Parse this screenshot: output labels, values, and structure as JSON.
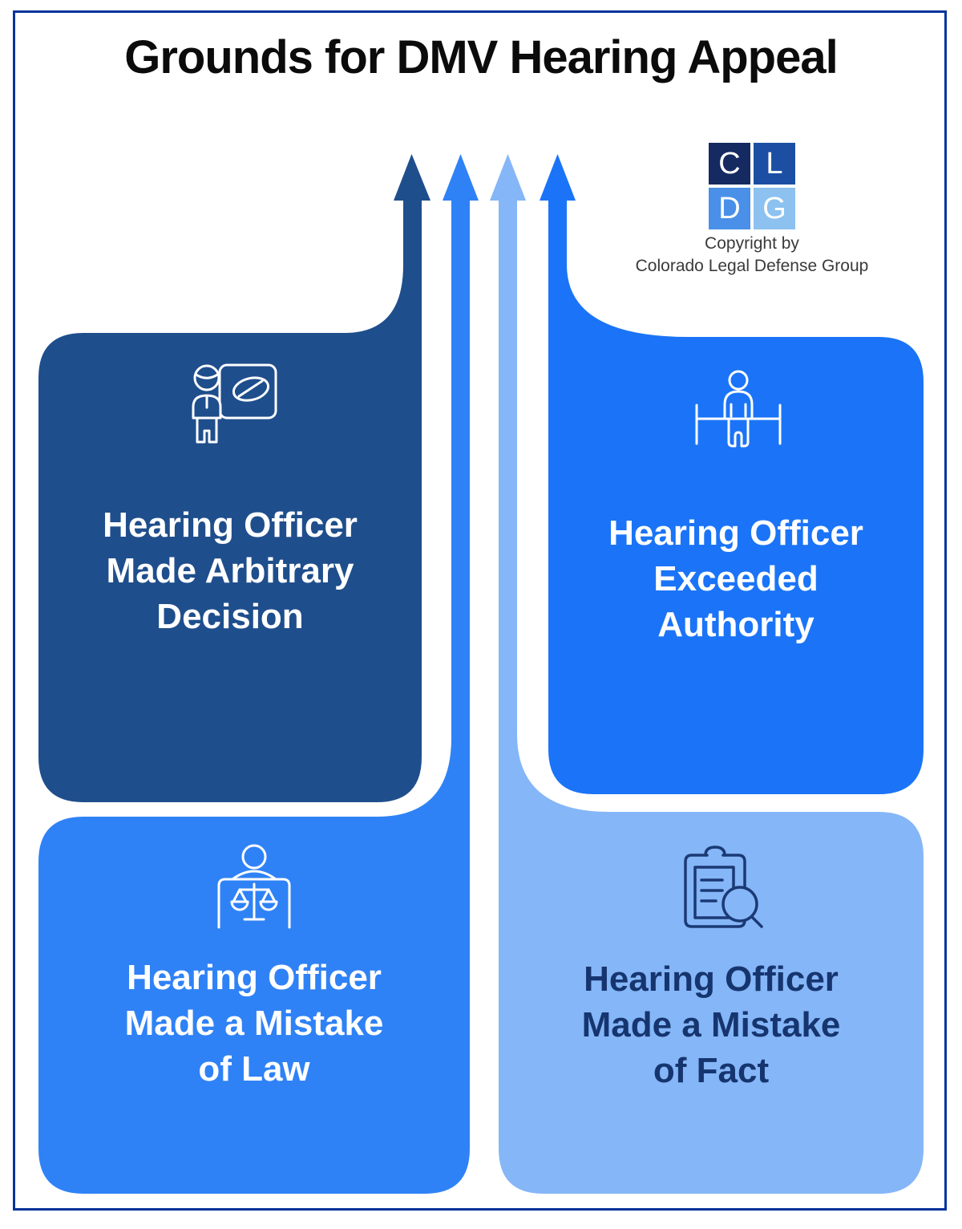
{
  "title": "Grounds for DMV Hearing Appeal",
  "border_color": "#05339B",
  "logo": {
    "tiles": [
      {
        "letter": "C",
        "color": "#152A61"
      },
      {
        "letter": "L",
        "color": "#1C4FA3"
      },
      {
        "letter": "D",
        "color": "#4A90E8"
      },
      {
        "letter": "G",
        "color": "#8CC1F0"
      }
    ],
    "copyright": {
      "line1": "Copyright by",
      "line2": "Colorado Legal Defense Group"
    }
  },
  "cards": [
    {
      "id": "arbitrary-decision",
      "position": "top-left",
      "label": "Hearing Officer Made Arbitrary Decision",
      "lines": [
        "Hearing Officer",
        "Made Arbitrary",
        "Decision"
      ],
      "color": "#1F4E8C",
      "text_color": "#FFFFFF",
      "icon": "presenter-board-icon"
    },
    {
      "id": "exceeded-authority",
      "position": "top-right",
      "label": "Hearing Officer Exceeded Authority",
      "lines": [
        "Hearing Officer",
        "Exceeded",
        "Authority"
      ],
      "color": "#1B74F7",
      "text_color": "#FFFFFF",
      "icon": "authority-barrier-icon"
    },
    {
      "id": "mistake-of-law",
      "position": "bottom-left",
      "label": "Hearing Officer Made a Mistake of Law",
      "lines": [
        "Hearing Officer",
        "Made a Mistake",
        "of Law"
      ],
      "color": "#2F82F6",
      "text_color": "#FFFFFF",
      "icon": "judge-scales-icon"
    },
    {
      "id": "mistake-of-fact",
      "position": "bottom-right",
      "label": "Hearing Officer Made a Mistake of Fact",
      "lines": [
        "Hearing Officer",
        "Made a Mistake",
        "of Fact"
      ],
      "color": "#85B6F7",
      "text_color": "#16356F",
      "icon": "clipboard-search-icon"
    }
  ]
}
